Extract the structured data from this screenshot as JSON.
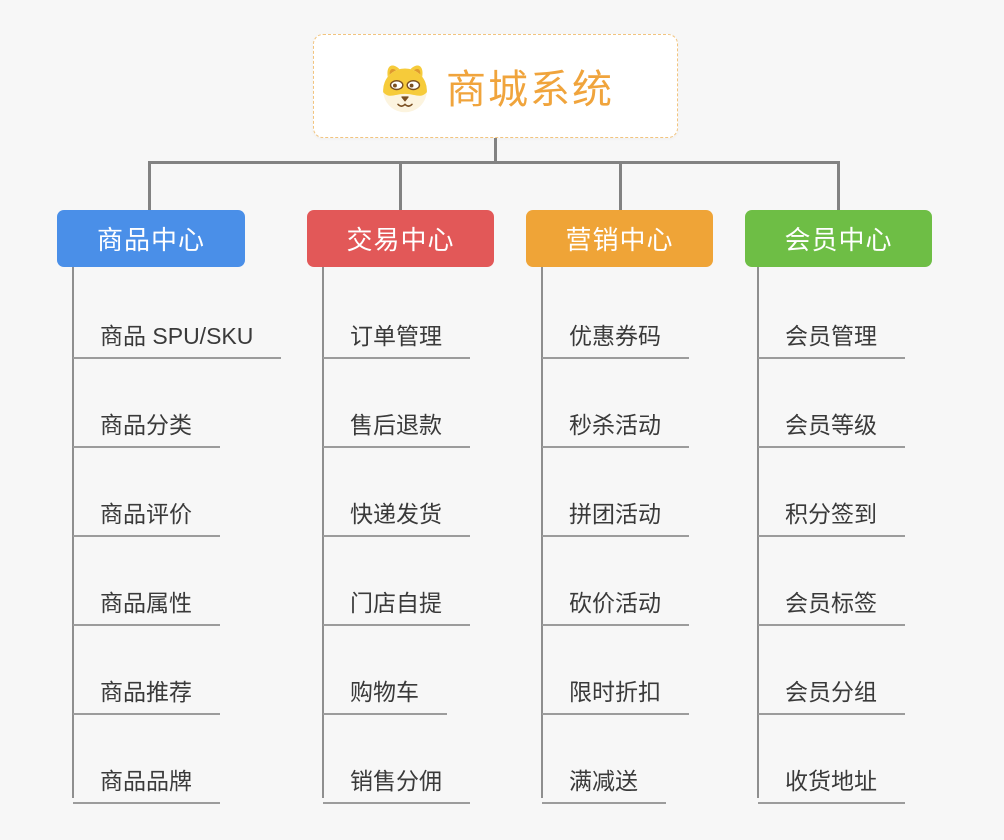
{
  "root": {
    "title": "商城系统",
    "icon": "dog-face-icon"
  },
  "branches": [
    {
      "label": "商品中心",
      "color": "#4a8fe8",
      "items": [
        "商品 SPU/SKU",
        "商品分类",
        "商品评价",
        "商品属性",
        "商品推荐",
        "商品品牌"
      ]
    },
    {
      "label": "交易中心",
      "color": "#e25858",
      "items": [
        "订单管理",
        "售后退款",
        "快递发货",
        "门店自提",
        "购物车",
        "销售分佣"
      ]
    },
    {
      "label": "营销中心",
      "color": "#efa437",
      "items": [
        "优惠券码",
        "秒杀活动",
        "拼团活动",
        "砍价活动",
        "限时折扣",
        "满减送"
      ]
    },
    {
      "label": "会员中心",
      "color": "#6ebe45",
      "items": [
        "会员管理",
        "会员等级",
        "积分签到",
        "会员标签",
        "会员分组",
        "收货地址"
      ]
    }
  ],
  "colors": {
    "background": "#f7f7f7",
    "connector": "#828282",
    "leaf-line": "#8f8f8f",
    "leaf-underline": "#9c9c9c",
    "leaf-text": "#3a3a3a",
    "root-title": "#f0a43c",
    "root-border": "#f2c47e"
  }
}
